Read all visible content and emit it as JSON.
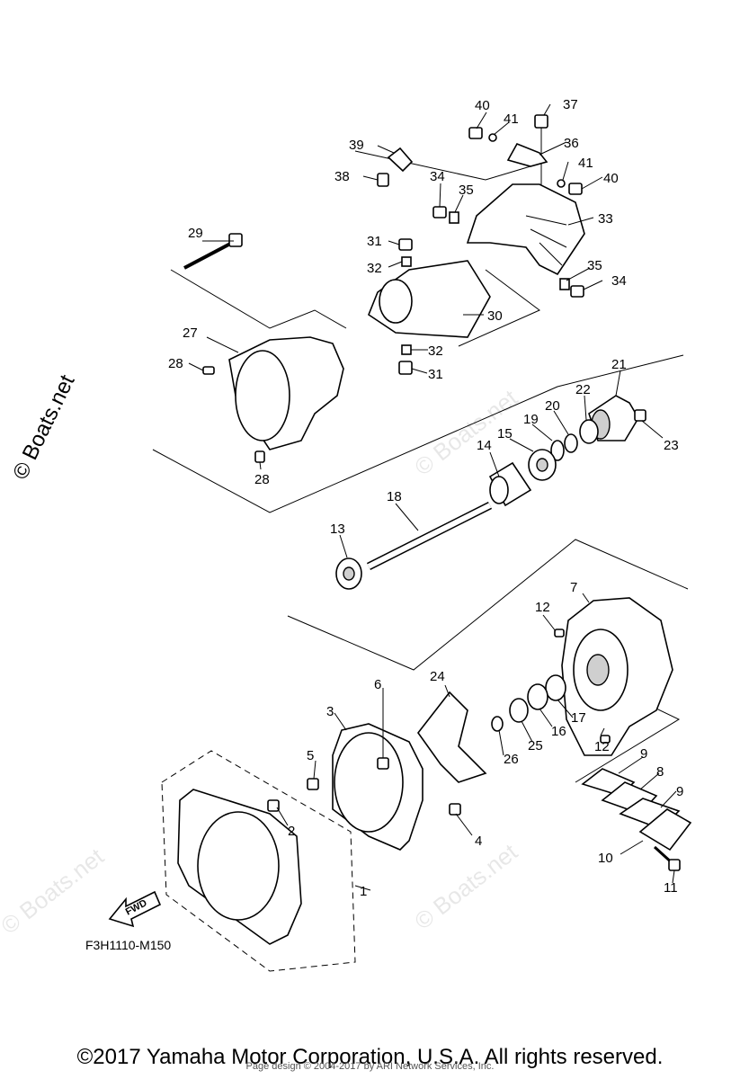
{
  "diagram_code": "F3H1110-M150",
  "watermark": "© Boats.net",
  "fwd_label": "FWD",
  "copyright": "©2017 Yamaha Motor Corporation, U.S.A. All rights reserved.",
  "page_design": "Page design © 2004-2017 by ARI Network Services, Inc.",
  "callouts": [
    "1",
    "2",
    "3",
    "4",
    "5",
    "6",
    "7",
    "8",
    "9",
    "9",
    "10",
    "11",
    "12",
    "12",
    "13",
    "14",
    "15",
    "16",
    "17",
    "18",
    "19",
    "20",
    "21",
    "22",
    "23",
    "24",
    "25",
    "26",
    "27",
    "28",
    "28",
    "29",
    "30",
    "31",
    "31",
    "32",
    "32",
    "33",
    "34",
    "34",
    "35",
    "35",
    "36",
    "37",
    "38",
    "39",
    "40",
    "40",
    "41",
    "41"
  ]
}
